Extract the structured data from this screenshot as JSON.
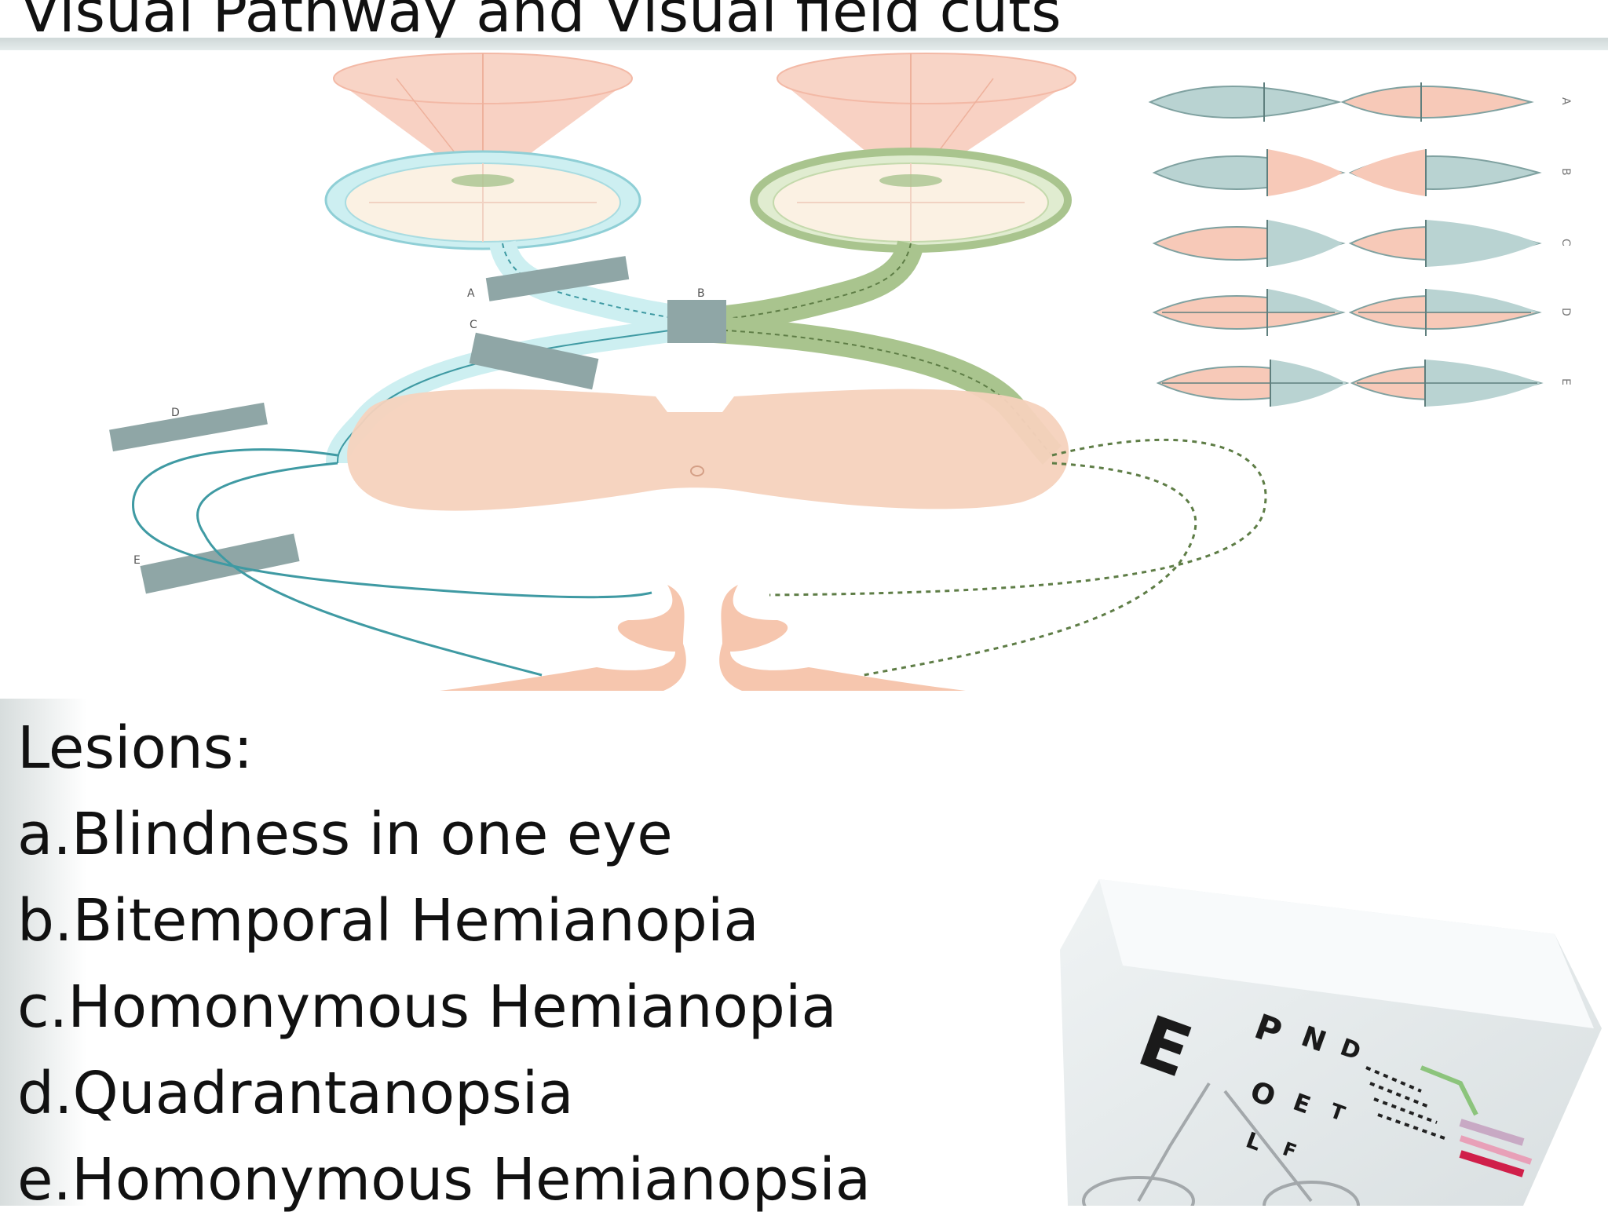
{
  "slide": {
    "title": "Visual Pathway and Visual field cuts"
  },
  "diagram": {
    "lesion_markers": [
      "A",
      "B",
      "C",
      "D",
      "E"
    ],
    "field_rows": [
      "A",
      "B",
      "C",
      "D",
      "E"
    ]
  },
  "lesions": {
    "heading": "Lesions:",
    "items": [
      "a.Blindness in one eye",
      "b.Bitemporal Hemianopia",
      "c.Homonymous Hemianopia",
      "d.Quadrantanopsia",
      "e.Homonymous Hemianopsia"
    ]
  },
  "colors": {
    "field_pink": "#f7c9b8",
    "field_blue": "#b9d3d2",
    "pathway_blue": "#cdeff1",
    "pathway_green": "#a9c48e",
    "brain": "#f6d2bd",
    "lesion_bar": "#8fa6a6"
  },
  "image": {
    "icon": "eye-chart-with-glasses-icon"
  }
}
